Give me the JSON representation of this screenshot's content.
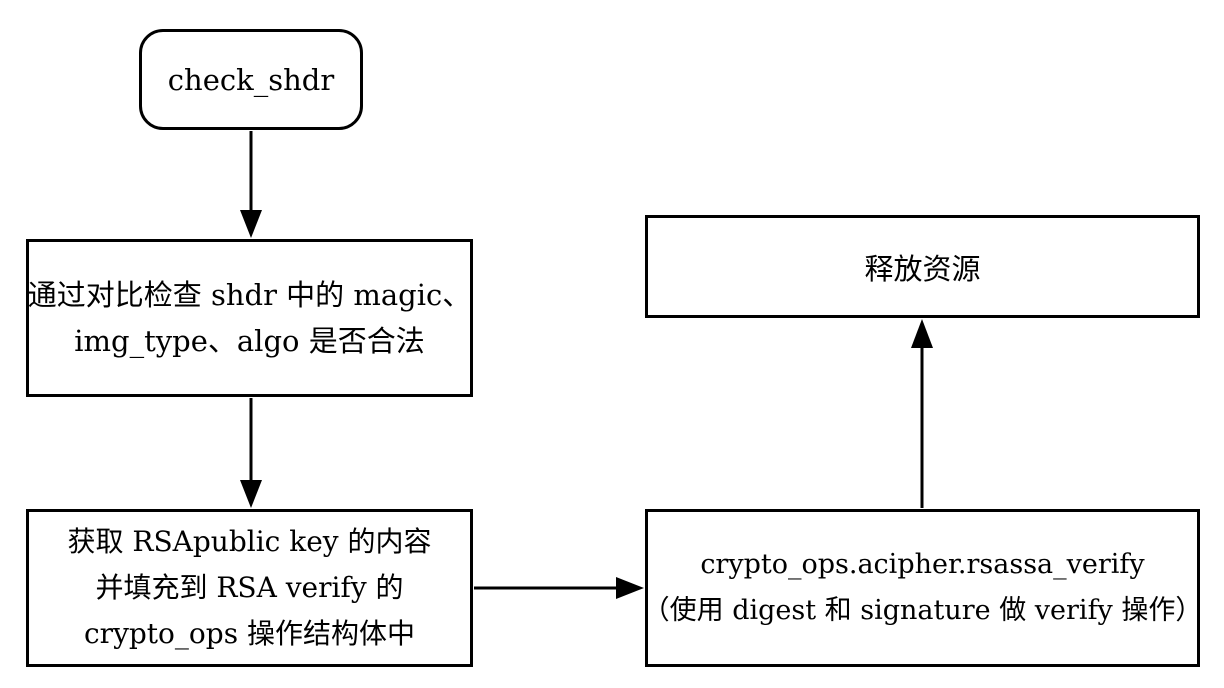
{
  "nodes": {
    "start": {
      "lines": [
        "check_shdr"
      ]
    },
    "check": {
      "lines": [
        "通过对比检查 shdr 中的 magic、",
        "img_type、algo 是否合法"
      ]
    },
    "fill": {
      "lines": [
        "获取 RSApublic key 的内容",
        "并填充到 RSA verify 的",
        "crypto_ops 操作结构体中"
      ]
    },
    "verify": {
      "lines": [
        "crypto_ops.acipher.rsassa_verify",
        "（使用 digest 和 signature 做 verify 操作）"
      ]
    },
    "release": {
      "lines": [
        "释放资源"
      ]
    }
  },
  "edges": [
    {
      "from": "start",
      "to": "check"
    },
    {
      "from": "check",
      "to": "fill"
    },
    {
      "from": "fill",
      "to": "verify"
    },
    {
      "from": "verify",
      "to": "release"
    }
  ]
}
